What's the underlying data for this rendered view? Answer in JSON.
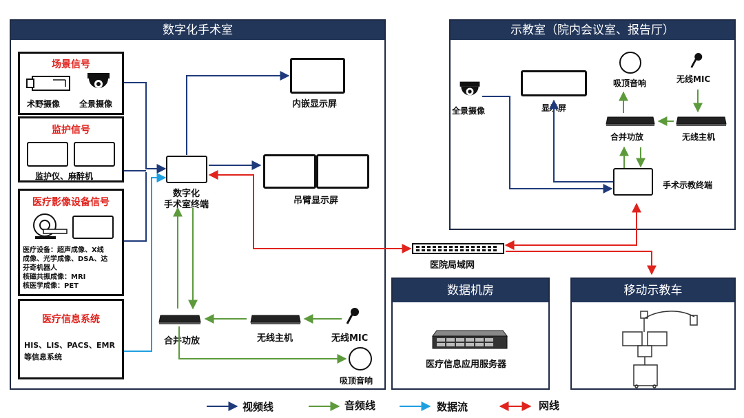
{
  "panels": {
    "or_title": "数字化手术室",
    "teach_title": "示教室（院内会议室、报告厅）",
    "datacenter_title": "数据机房",
    "cart_title": "移动示教车"
  },
  "sources": {
    "scene": {
      "title": "场景信号",
      "field_cam": "术野摄像",
      "pano_cam": "全景摄像"
    },
    "monitor": {
      "title": "监护信号",
      "label": "监护仪、麻醉机"
    },
    "imaging": {
      "title": "医疗影像设备信号",
      "desc_1": "医疗设备：超声成像、X线",
      "desc_2": "成像、光学成像、DSA、达",
      "desc_3": "芬奇机器人",
      "desc_4": "核磁共振成像：MRI",
      "desc_5": "核医学成像：PET"
    },
    "his": {
      "title": "医疗信息系统",
      "desc_1": "HIS、LIS、PACS、EMR",
      "desc_2": "等信息系统"
    }
  },
  "or_devices": {
    "terminal": "数字化\n手术室终端",
    "embedded_screen": "内嵌显示屏",
    "boom_screen": "吊臂显示屏",
    "amplifier": "合并功放",
    "wireless_host": "无线主机",
    "wireless_mic": "无线MIC",
    "ceiling_speaker": "吸顶音响"
  },
  "teach_devices": {
    "pano_cam": "全景摄像",
    "display": "显示屏",
    "ceiling_speaker": "吸顶音响",
    "wireless_mic": "无线MIC",
    "amplifier": "合并功放",
    "wireless_host": "无线主机",
    "terminal": "手术示教终端"
  },
  "network": {
    "lan": "医院局域网"
  },
  "datacenter": {
    "server": "医疗信息应用服务器"
  },
  "legend": {
    "video": "视频线",
    "audio": "音频线",
    "data": "数据流",
    "net": "网线"
  },
  "colors": {
    "video": "#1f3a7a",
    "audio": "#5c9a3c",
    "data": "#1ea0e0",
    "net": "#e0231d",
    "title_bar": "#22365a",
    "highlight": "#e0231d"
  }
}
